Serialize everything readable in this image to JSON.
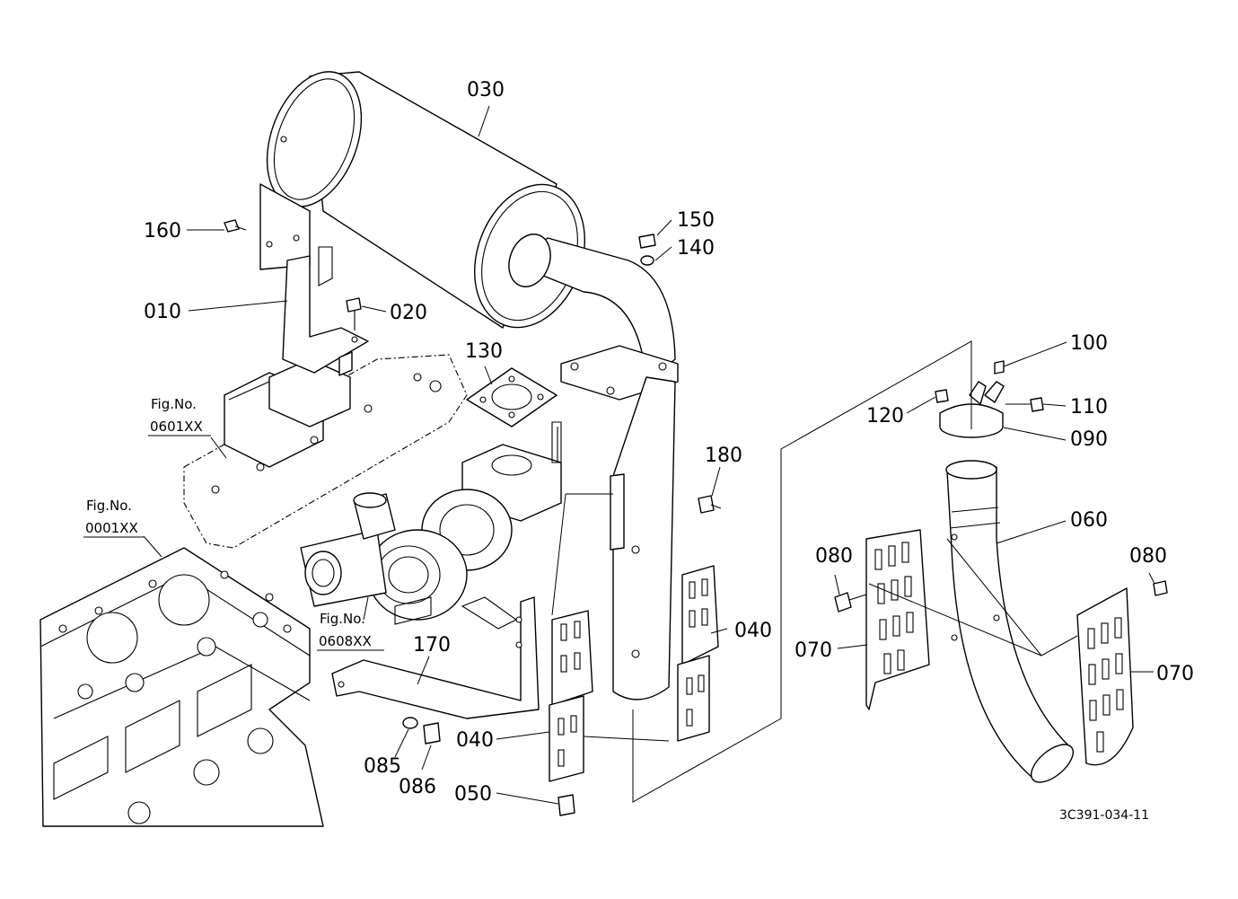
{
  "diagram": {
    "part_labels": {
      "p030": "030",
      "p150": "150",
      "p140": "140",
      "p160": "160",
      "p010": "010",
      "p020": "020",
      "p130": "130",
      "p100": "100",
      "p110": "110",
      "p120": "120",
      "p090": "090",
      "p180": "180",
      "p060": "060",
      "p080a": "080",
      "p080b": "080",
      "p040a": "040",
      "p040b": "040",
      "p070a": "070",
      "p070b": "070",
      "p170": "170",
      "p085": "085",
      "p086": "086",
      "p050": "050"
    },
    "figure_refs": {
      "fig0601_title": "Fig.No.",
      "fig0601_code": "0601XX",
      "fig0001_title": "Fig.No.",
      "fig0001_code": "0001XX",
      "fig0608_title": "Fig.No.",
      "fig0608_code": "0608XX"
    },
    "drawing_code": "3C391-034-11"
  }
}
